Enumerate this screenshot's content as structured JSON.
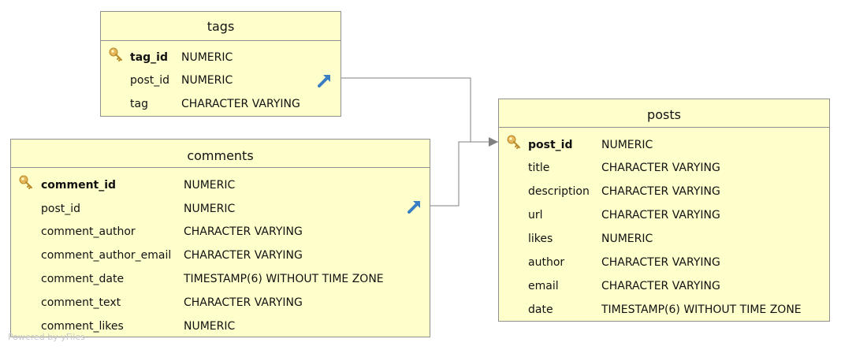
{
  "tables": {
    "tags": {
      "title": "tags",
      "columns": [
        {
          "name": "tag_id",
          "type": "NUMERIC",
          "pk": true
        },
        {
          "name": "post_id",
          "type": "NUMERIC",
          "fk": true
        },
        {
          "name": "tag",
          "type": "CHARACTER VARYING"
        }
      ]
    },
    "comments": {
      "title": "comments",
      "columns": [
        {
          "name": "comment_id",
          "type": "NUMERIC",
          "pk": true
        },
        {
          "name": "post_id",
          "type": "NUMERIC",
          "fk": true
        },
        {
          "name": "comment_author",
          "type": "CHARACTER VARYING"
        },
        {
          "name": "comment_author_email",
          "type": "CHARACTER VARYING"
        },
        {
          "name": "comment_date",
          "type": "TIMESTAMP(6) WITHOUT TIME ZONE"
        },
        {
          "name": "comment_text",
          "type": "CHARACTER VARYING"
        },
        {
          "name": "comment_likes",
          "type": "NUMERIC"
        }
      ]
    },
    "posts": {
      "title": "posts",
      "columns": [
        {
          "name": "post_id",
          "type": "NUMERIC",
          "pk": true
        },
        {
          "name": "title",
          "type": "CHARACTER VARYING"
        },
        {
          "name": "description",
          "type": "CHARACTER VARYING"
        },
        {
          "name": "url",
          "type": "CHARACTER VARYING"
        },
        {
          "name": "likes",
          "type": "NUMERIC"
        },
        {
          "name": "author",
          "type": "CHARACTER VARYING"
        },
        {
          "name": "email",
          "type": "CHARACTER VARYING"
        },
        {
          "name": "date",
          "type": "TIMESTAMP(6) WITHOUT TIME ZONE"
        }
      ]
    }
  },
  "relations": [
    {
      "from": "tags.post_id",
      "to": "posts.post_id"
    },
    {
      "from": "comments.post_id",
      "to": "posts.post_id"
    }
  ],
  "footer": "Powered by yFiles",
  "colors": {
    "entity_fill": "#ffffcc",
    "border": "#8f8f8f",
    "key_icon": "#e6b85c",
    "fk_icon": "#3a7fc4",
    "edge": "#808080"
  },
  "icons": {
    "primary_key": "key-icon",
    "foreign_key": "foreign-key-arrow-icon"
  }
}
